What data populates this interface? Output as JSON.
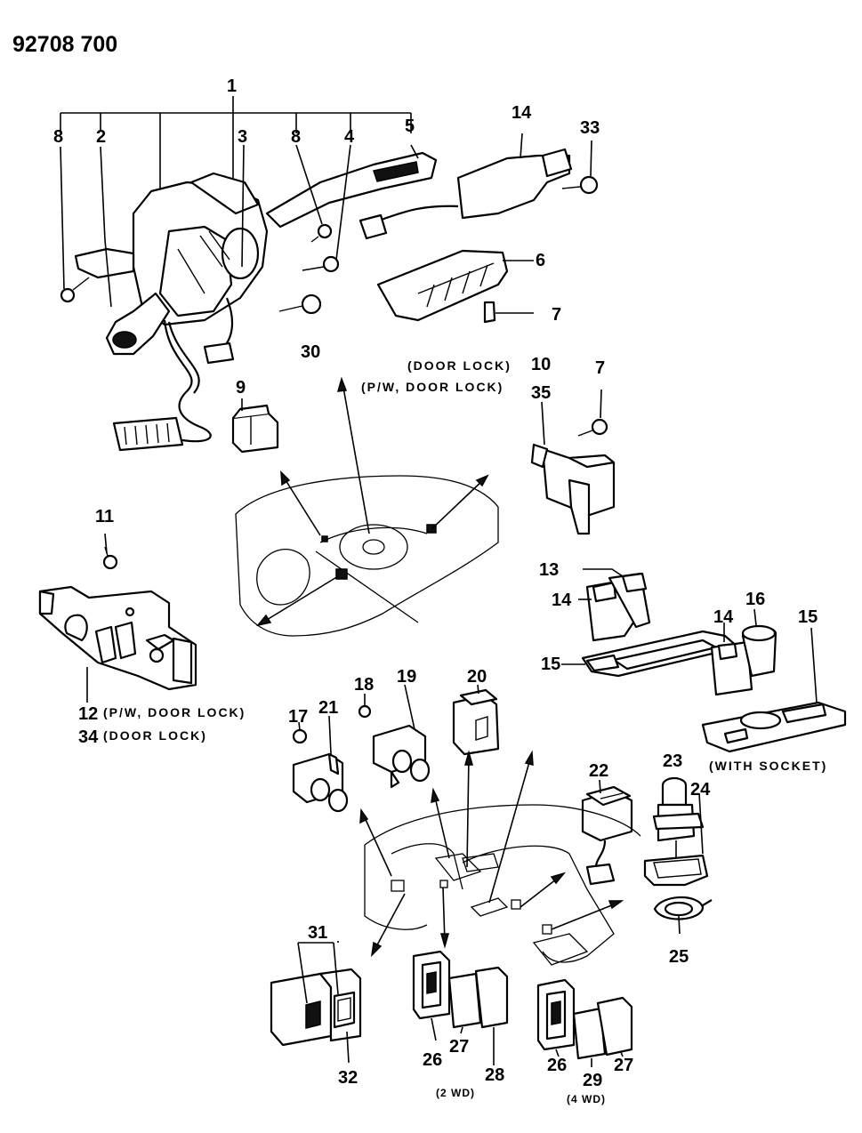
{
  "diagram_number": "92708 700",
  "callouts": {
    "c1": "1",
    "c2": "2",
    "c3": "3",
    "c4": "4",
    "c5": "5",
    "c6": "6",
    "c7a": "7",
    "c7b": "7",
    "c8a": "8",
    "c8b": "8",
    "c9": "9",
    "c10": "10",
    "c11": "11",
    "c12": "12",
    "c13": "13",
    "c14a": "14",
    "c14b": "14",
    "c14c": "14",
    "c15a": "15",
    "c15b": "15",
    "c16": "16",
    "c17": "17",
    "c18": "18",
    "c19": "19",
    "c20": "20",
    "c21": "21",
    "c22": "22",
    "c23": "23",
    "c24": "24",
    "c25": "25",
    "c26a": "26",
    "c26b": "26",
    "c27a": "27",
    "c27b": "27",
    "c28": "28",
    "c29": "29",
    "c30": "30",
    "c31": "31",
    "c32": "32",
    "c33": "33",
    "c34": "34",
    "c35": "35"
  },
  "notes": {
    "door_lock_top": "(DOOR LOCK)",
    "pw_door_lock_top": "(P/W, DOOR LOCK)",
    "pw_door_lock_left": "(P/W, DOOR LOCK)",
    "door_lock_left": "(DOOR LOCK)",
    "with_socket": "(WITH SOCKET)",
    "two_wd": "(2 WD)",
    "four_wd": "(4 WD)"
  }
}
